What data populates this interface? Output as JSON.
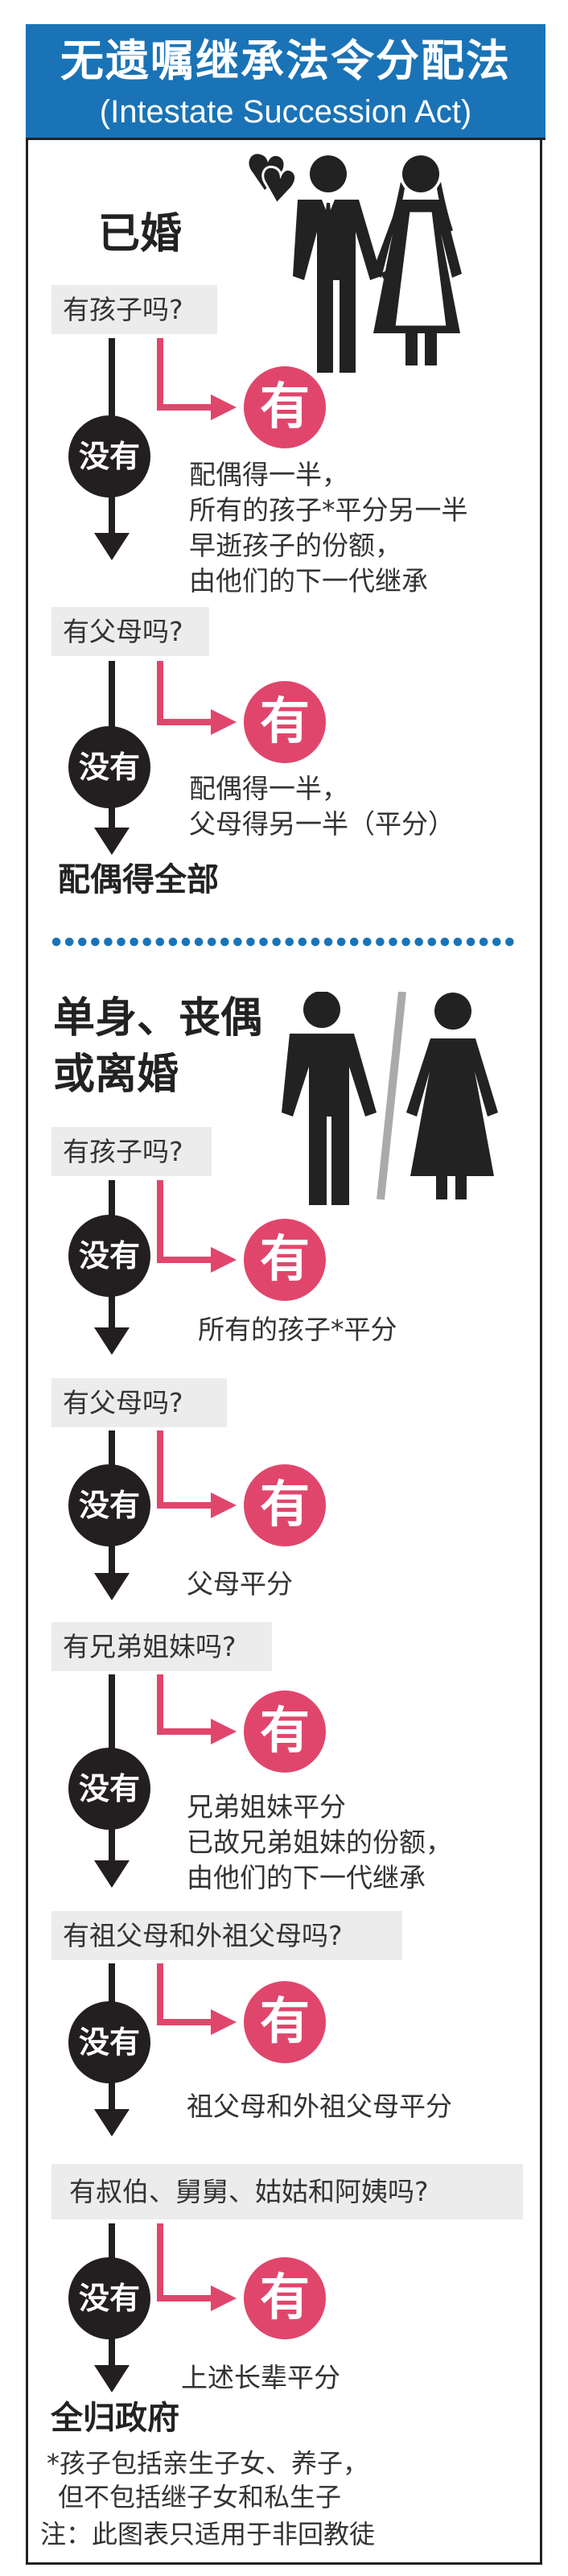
{
  "header": {
    "title": "无遗嘱继承法令分配法",
    "subtitle": "(Intestate Succession Act)"
  },
  "colors": {
    "header_blue": "#1a73b6",
    "yes_pink": "#e0466c",
    "no_black": "#231f20",
    "question_gray": "#ececec"
  },
  "labels": {
    "no": "没有",
    "yes": "有"
  },
  "married": {
    "title": "已婚",
    "icon": "bride-and-groom-with-hearts-icon",
    "steps": [
      {
        "question": "有孩子吗?",
        "result": [
          "配偶得一半，",
          "所有的孩子*平分另一半",
          "早逝孩子的份额，",
          "由他们的下一代继承"
        ]
      },
      {
        "question": "有父母吗?",
        "result": [
          "配偶得一半，",
          "父母得另一半（平分）"
        ]
      }
    ],
    "final": "配偶得全部"
  },
  "single": {
    "title_line1": "单身、丧偶",
    "title_line2": "或离婚",
    "icon": "separated-man-woman-icon",
    "steps": [
      {
        "question": "有孩子吗?",
        "result": [
          "所有的孩子*平分"
        ]
      },
      {
        "question": "有父母吗?",
        "result": [
          "父母平分"
        ]
      },
      {
        "question": "有兄弟姐妹吗?",
        "result": [
          "兄弟姐妹平分",
          "已故兄弟姐妹的份额，",
          "由他们的下一代继承"
        ]
      },
      {
        "question": "有祖父母和外祖父母吗?",
        "result": [
          "祖父母和外祖父母平分"
        ]
      },
      {
        "question": "有叔伯、舅舅、姑姑和阿姨吗?",
        "result": [
          "上述长辈平分"
        ]
      }
    ],
    "final": "全归政府"
  },
  "footnotes": {
    "children_line1": "*孩子包括亲生子女、养子，",
    "children_line2": "但不包括继子女和私生子",
    "note": "注：此图表只适用于非回教徒"
  }
}
